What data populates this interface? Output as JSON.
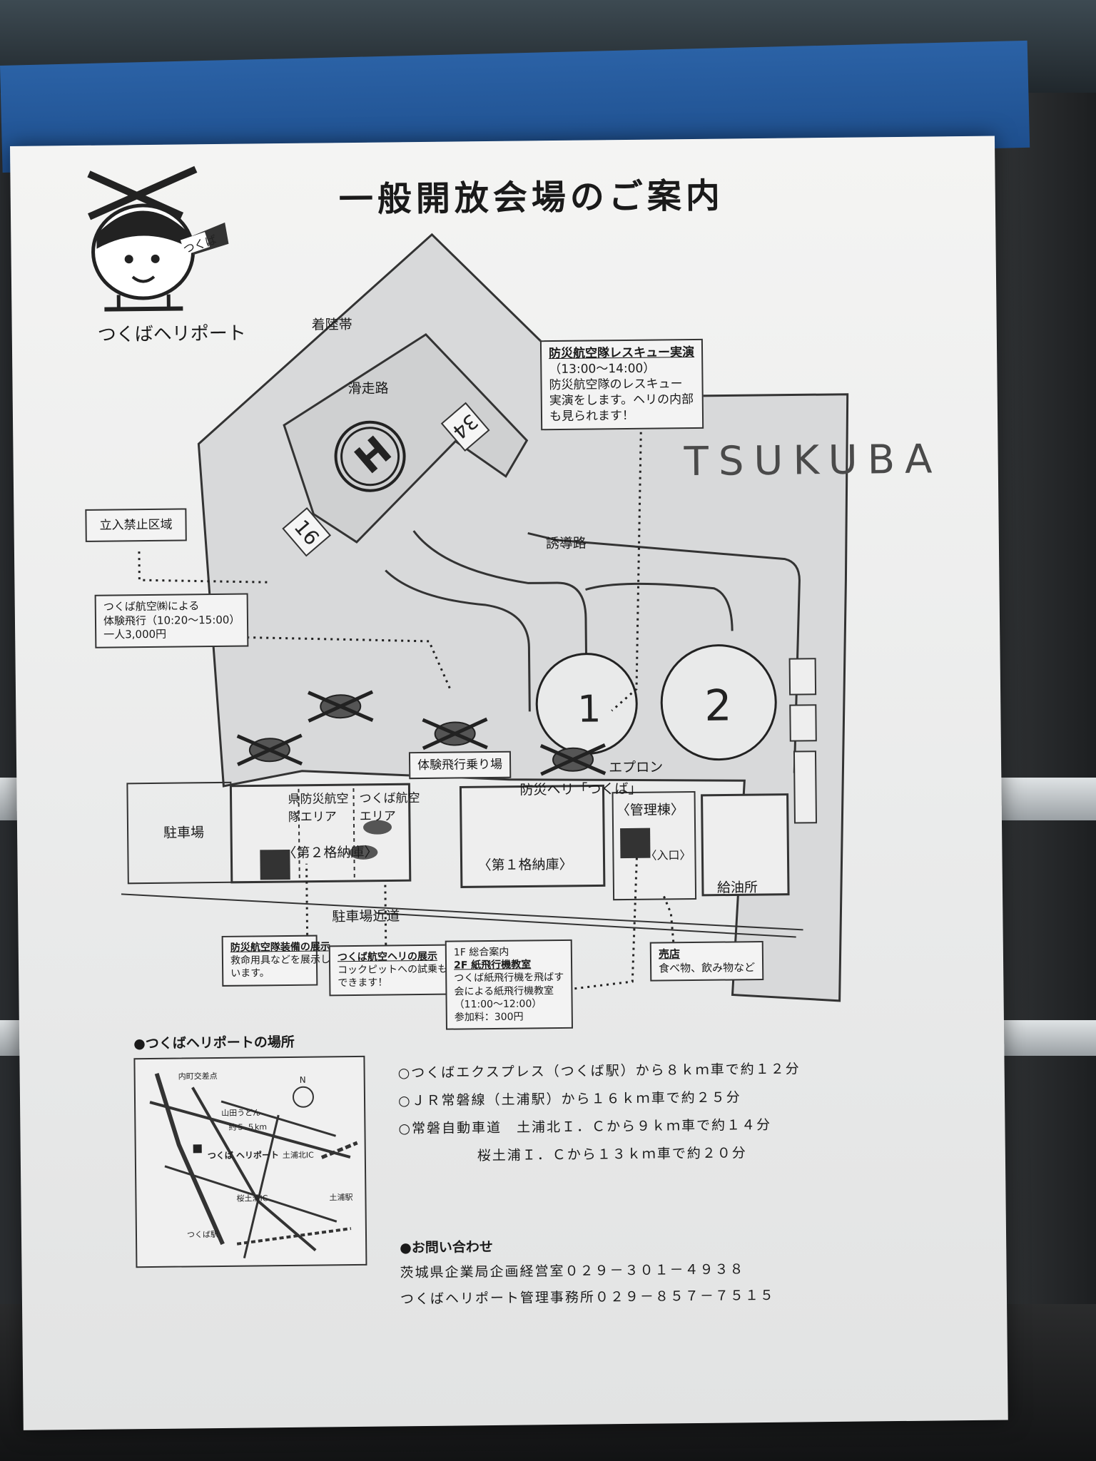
{
  "title": "一般開放会場のご案内",
  "brand": "つくばヘリポート",
  "logo_text": "つくば",
  "map": {
    "landing_zone": "着陸帯",
    "runway": "滑走路",
    "runway_34": "34",
    "runway_16": "16",
    "helipad": "H",
    "runway_paint": "TSUKUBA",
    "taxiway": "誘導路",
    "apron": "エプロン",
    "spot_1": "1",
    "spot_2": "2",
    "heli_tsukuba": "防災ヘリ「つくば」",
    "boarding": "体験飛行乗り場",
    "parking": "駐車場",
    "parking_road": "駐車場近道",
    "hangar_2": "〈第２格納庫〉",
    "hangar_1": "〈第１格納庫〉",
    "pref_area": "県防災航空\n隊エリア",
    "tsukuba_area": "つくば航空\nエリア",
    "admin": "〈管理棟〉",
    "entrance": "〈入口〉",
    "fuel": "給油所"
  },
  "boxes": {
    "restricted": "立入禁止区域",
    "flight": {
      "line1": "つくば航空㈱による",
      "line2": "体験飛行（10:20～15:00）",
      "line3": "一人3,000円"
    },
    "rescue": {
      "head": "防災航空隊レスキュー実演",
      "time": "（13:00～14:00）",
      "line1": "防災航空隊のレスキュー",
      "line2": "実演をします。ヘリの内部",
      "line3": "も見られます！"
    },
    "exhibit_pref": {
      "head": "防災航空隊装備の展示",
      "line1": "救命用具などを展示して",
      "line2": "います。"
    },
    "exhibit_heli": {
      "head": "つくば航空ヘリの展示",
      "line1": "コックピットへの試乗も",
      "line2": "できます！"
    },
    "admin_info": {
      "f1": "1F 総合案内",
      "f2_head": "2F 紙飛行機教室",
      "line1": "つくば紙飛行機を飛ばす",
      "line2": "会による紙飛行機教室",
      "time": "（11:00～12:00）",
      "fee": "参加料：300円"
    },
    "shop": {
      "head": "売店",
      "line1": "食べ物、飲み物など"
    }
  },
  "location": {
    "heading": "●つくばヘリポートの場所",
    "routes": [
      {
        "from": "○つくばエクスプレス（つくば駅）から",
        "dist": "８ｋｍ",
        "time": "車で約１２分"
      },
      {
        "from": "○ＪＲ常磐線（土浦駅）から",
        "dist": "１６ｋｍ",
        "time": "車で約２５分"
      },
      {
        "from": "○常磐自動車道　土浦北Ｉ．Ｃから",
        "dist": "９ｋｍ",
        "time": "車で約１４分"
      },
      {
        "from": "桜土浦Ｉ．Ｃから",
        "dist": "１３ｋｍ",
        "time": "車で約２０分"
      }
    ],
    "map_labels": {
      "heliport": "つくば\nヘリポート",
      "uchimachi": "内町交差点",
      "yamada": "山田うどん",
      "dist": "約５.５km",
      "tsuchiura_kita": "土浦北IC",
      "tsuchiura_eki": "土浦駅",
      "sakura": "桜土浦IC",
      "tsukuba_eki": "つくば駅",
      "north": "N"
    }
  },
  "contact": {
    "heading": "●お問い合わせ",
    "rows": [
      {
        "org": "茨城県企業局企画経営室",
        "tel": "０２９－３０１－４９３８"
      },
      {
        "org": "つくばヘリポート管理事務所",
        "tel": "０２９－８５７－７５１５"
      }
    ]
  }
}
